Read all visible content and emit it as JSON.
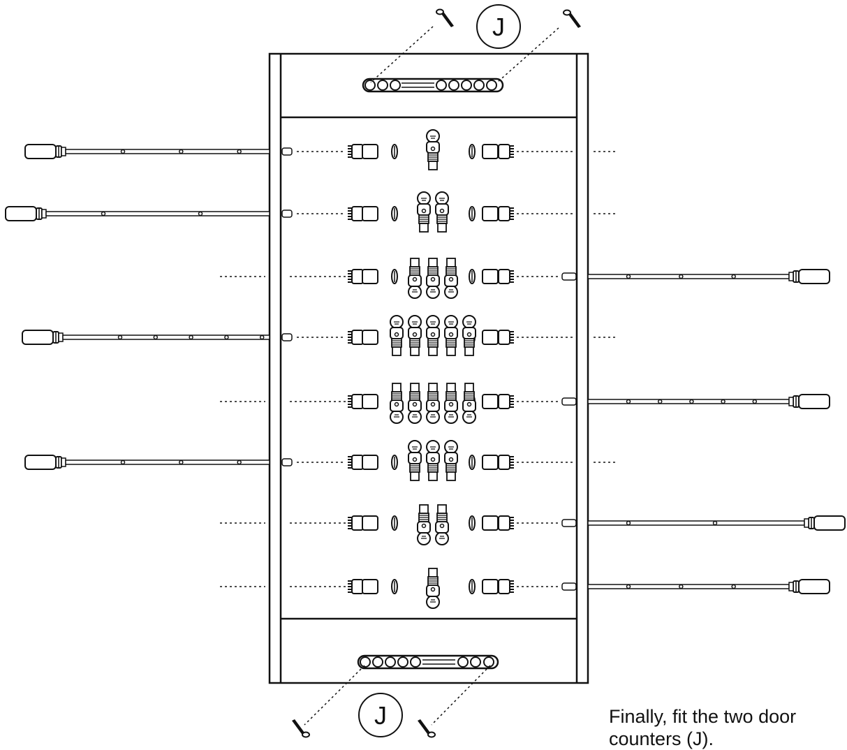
{
  "labels": {
    "top_part": "J",
    "bottom_part": "J"
  },
  "caption": {
    "line1": "Finally, fit the two door",
    "line2": "counters (J)."
  },
  "table": {
    "rods": [
      {
        "side": "left",
        "players": 1,
        "handle_dots": 3
      },
      {
        "side": "left",
        "players": 2,
        "handle_dots": 2
      },
      {
        "side": "right",
        "players": 3,
        "handle_dots": 3
      },
      {
        "side": "left",
        "players": 5,
        "handle_dots": 5
      },
      {
        "side": "right",
        "players": 5,
        "handle_dots": 5
      },
      {
        "side": "left",
        "players": 3,
        "handle_dots": 3
      },
      {
        "side": "right",
        "players": 2,
        "handle_dots": 2
      },
      {
        "side": "right",
        "players": 1,
        "handle_dots": 3
      }
    ]
  },
  "icons": [
    "screw-icon",
    "door-counter-icon",
    "player-figure-icon",
    "bumper-icon",
    "bearing-icon",
    "rod-handle-icon"
  ]
}
